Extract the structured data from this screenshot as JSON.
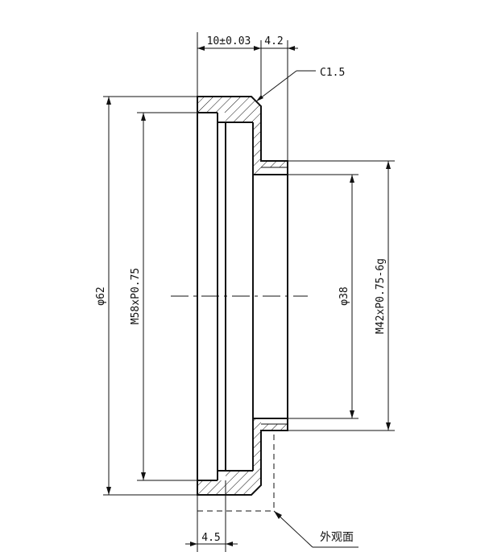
{
  "drawing": {
    "dimensions": {
      "flange_width": "10±0.03",
      "step_width": "4.2",
      "chamfer": "C1.5",
      "outer_diameter": "φ62",
      "inner_thread": "M58xP0.75",
      "bore_diameter": "φ38",
      "outer_thread": "M42xP0.75-6g",
      "bottom_width": "4.5"
    },
    "notes": {
      "appearance_face": "外观面"
    }
  },
  "colors": {
    "line": "#111111",
    "background": "#ffffff"
  }
}
